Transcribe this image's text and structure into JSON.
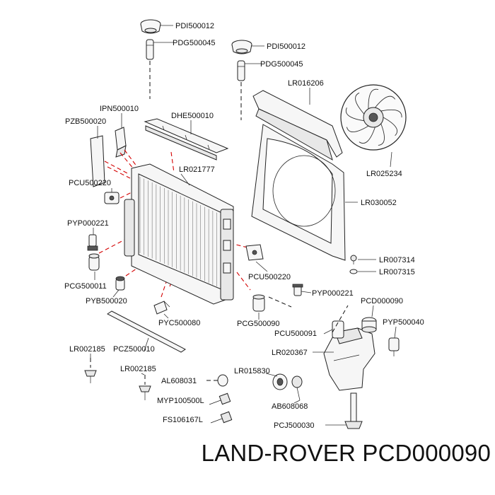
{
  "footer": {
    "brand": "LAND-ROVER",
    "part_number": "PCD000090"
  },
  "labels": {
    "pdi500012_a": "PDI500012",
    "pdg500045_a": "PDG500045",
    "pdi500012_b": "PDI500012",
    "pdg500045_b": "PDG500045",
    "lr016206": "LR016206",
    "ipn500010": "IPN500010",
    "dhe500010": "DHE500010",
    "pzb500020": "PZB500020",
    "lr021777": "LR021777",
    "lr025234": "LR025234",
    "pcu500220_a": "PCU500220",
    "lr030052": "LR030052",
    "pyp000221_a": "PYP000221",
    "lr007314": "LR007314",
    "lr007315": "LR007315",
    "pcu500220_b": "PCU500220",
    "pcg500011": "PCG500011",
    "pyp000221_b": "PYP000221",
    "pyb500020": "PYB500020",
    "pcd000090": "PCD000090",
    "pyc500080": "PYC500080",
    "pcg500090": "PCG500090",
    "pyp500040": "PYP500040",
    "pcu500091": "PCU500091",
    "lr002185_a": "LR002185",
    "pcz500010": "PCZ500010",
    "lr020367": "LR020367",
    "lr002185_b": "LR002185",
    "lr015830": "LR015830",
    "al608031": "AL608031",
    "myp100500l": "MYP100500L",
    "ab608068": "AB608068",
    "fs106167l": "FS106167L",
    "pcj500030": "PCJ500030"
  }
}
